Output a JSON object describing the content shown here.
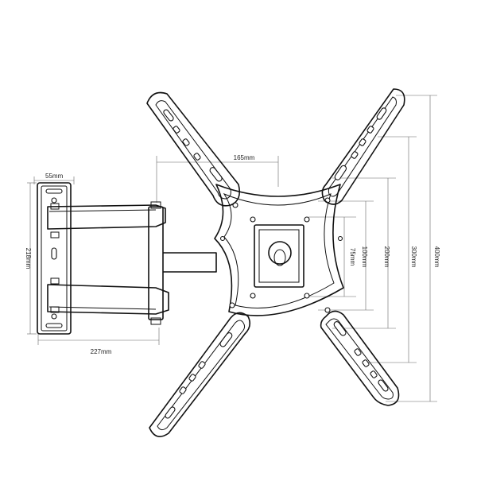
{
  "dimensions": {
    "wall_plate_width": "55mm",
    "wall_plate_height": "218mm",
    "arm_extension": "227mm",
    "top_span": "165mm",
    "vesa_75": "75mm",
    "vesa_100": "100mm",
    "vesa_200": "200mm",
    "vesa_300": "300mm",
    "vesa_400": "400mm"
  }
}
